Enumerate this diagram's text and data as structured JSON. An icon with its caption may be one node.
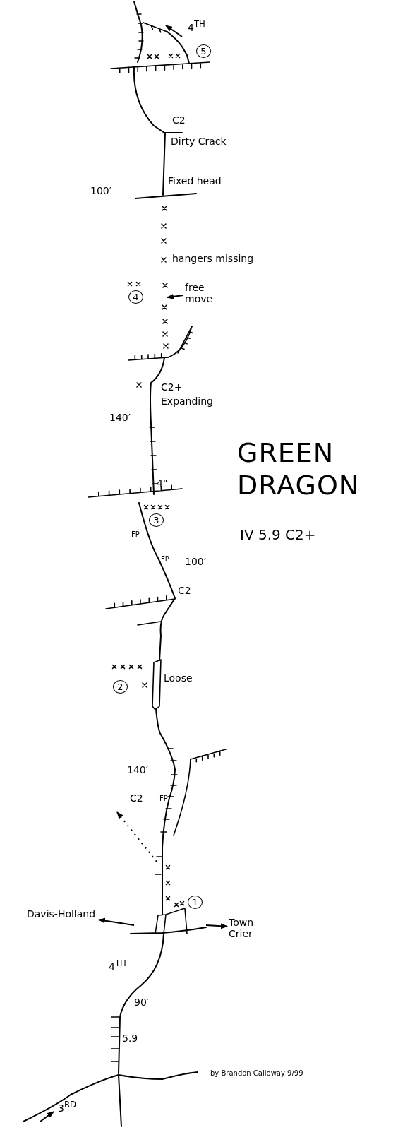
{
  "diagram": {
    "title": "GREEN DRAGON",
    "caption": "by Brandon Calloway 9/99",
    "nodes": [
      {
        "text": [
          "5"
        ]
      },
      {
        "text": [
          "4"
        ]
      },
      {
        "text": [
          "3"
        ]
      },
      {
        "text": [
          "2"
        ]
      },
      {
        "text": [
          "1"
        ]
      },
      {
        "text": [
          "free move"
        ]
      },
      {
        "text": [
          "Davis-Holland"
        ]
      },
      {
        "text": [
          "Town Crier"
        ]
      }
    ],
    "edges": [
      {
        "from": 5,
        "to": null,
        "arrow": "to"
      },
      {
        "from": null,
        "to": 6,
        "arrow": "to"
      },
      {
        "from": null,
        "to": 7,
        "arrow": "to"
      }
    ],
    "labels": [
      "4$^{TH}$",
      "C2",
      "Dirty Crack",
      "100′",
      "Fixed head",
      "hangers missing",
      "C2+",
      "Expanding",
      "140′",
      "4\"",
      "IV 5.9 C2+",
      "FP",
      "FP",
      "100′",
      "C2",
      "Loose",
      "140′",
      "C2",
      "FP",
      "4$^{TH}$",
      "90′",
      "5.9",
      "3$^{RD}$"
    ]
  }
}
